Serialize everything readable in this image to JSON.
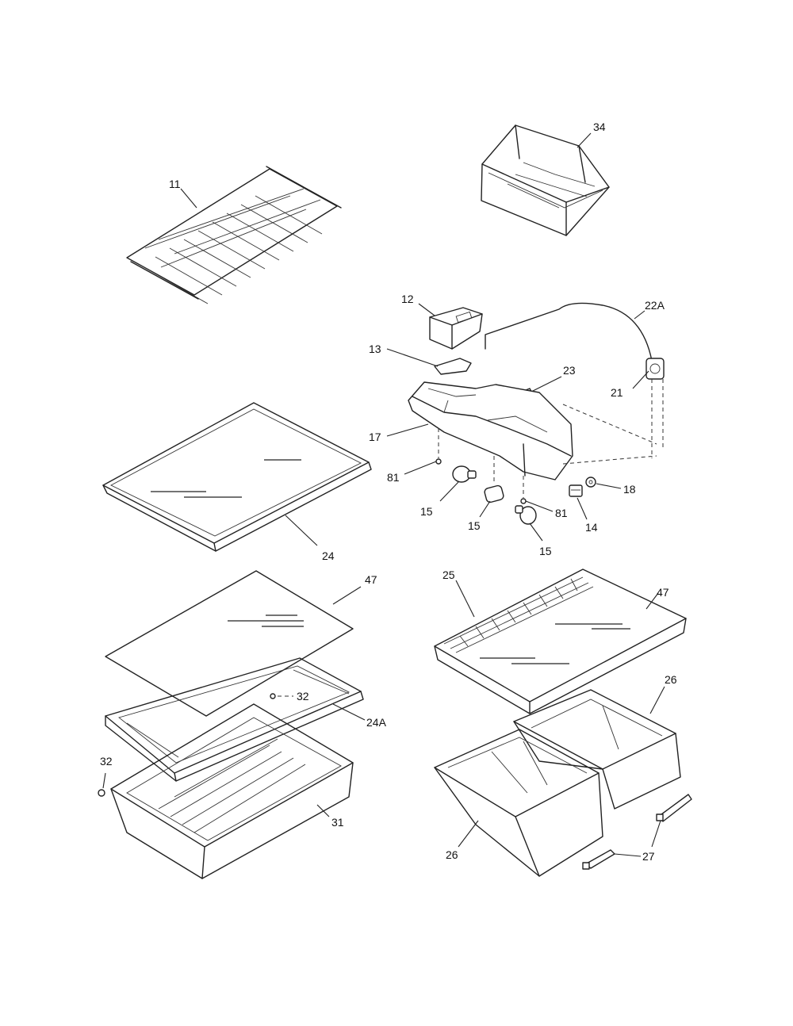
{
  "callouts": {
    "c11": "11",
    "c34": "34",
    "c12": "12",
    "c22A": "22A",
    "c13": "13",
    "c23": "23",
    "c21": "21",
    "c17": "17",
    "c81a": "81",
    "c81b": "81",
    "c18": "18",
    "c15a": "15",
    "c15b": "15",
    "c15c": "15",
    "c14": "14",
    "c24": "24",
    "c47a": "47",
    "c47b": "47",
    "c25": "25",
    "c26a": "26",
    "c26b": "26",
    "c32a": "32",
    "c32b": "32",
    "c24A": "24A",
    "c31": "31",
    "c27": "27"
  }
}
